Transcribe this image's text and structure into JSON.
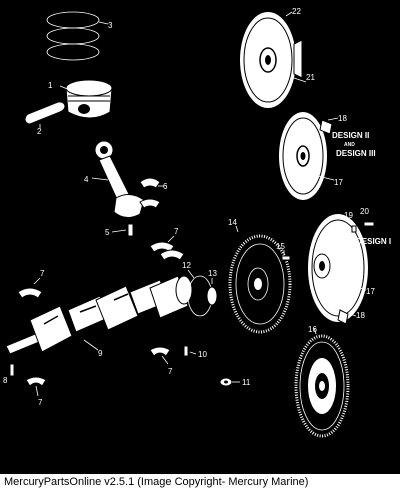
{
  "callouts": [
    "1",
    "2",
    "3",
    "4",
    "5",
    "6",
    "7",
    "7",
    "7",
    "7",
    "8",
    "9",
    "10",
    "11",
    "12",
    "13",
    "14",
    "15",
    "16",
    "17",
    "17",
    "18",
    "18",
    "19",
    "20",
    "21",
    "22"
  ],
  "design_labels": {
    "design_ii": "DESIGN II",
    "and": "AND",
    "design_iii": "DESIGN III",
    "design_i": "DESIGN I"
  },
  "footer": {
    "text": "MercuryPartsOnline v2.5.1 (Image Copyright- Mercury Marine)"
  },
  "colors": {
    "background": "#000000",
    "parts": "#ffffff",
    "footer_bg": "#ffffff",
    "footer_text": "#000000"
  }
}
